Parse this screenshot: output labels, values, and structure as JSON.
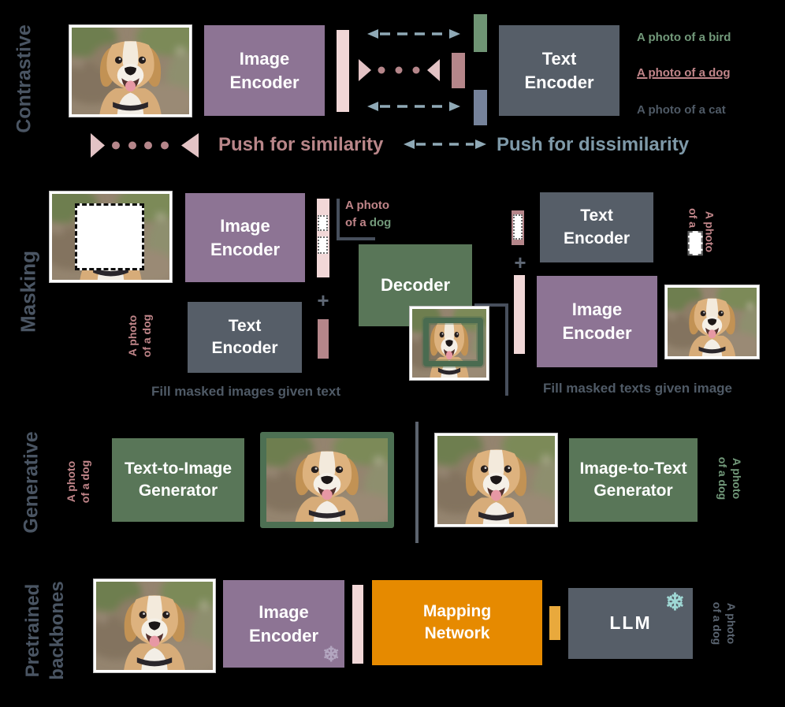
{
  "colors": {
    "background": "#000000",
    "section_label": "#4a5563",
    "purple_block": "#8d7494",
    "slate_block": "#565e68",
    "green_block": "#597658",
    "green_bar": "#6f9474",
    "bluegray_bar": "#75829a",
    "pink_light": "#f1d7d7",
    "pink_dark": "#b5868a",
    "rose_text": "#c08589",
    "green_text": "#72997a",
    "slate_text": "#4f5a66",
    "arrow_blue": "#8fa9b6",
    "triangle_pink": "#e3c3c5",
    "orange_block": "#e68a00",
    "amber_bar": "#e9a93c",
    "snowflake_cyan": "#9fd8d5",
    "snowflake_lavender": "#b3a6c0",
    "connector_gray": "#474f5c"
  },
  "icons": {
    "snowflake": "❄",
    "plus": "+"
  },
  "contrastive": {
    "label": "Contrastive",
    "image_encoder": "Image Encoder",
    "text_encoder": "Text Encoder",
    "caption_bird": "A photo of a bird",
    "caption_dog": "A photo of a dog",
    "caption_cat": "A photo of a cat",
    "legend_similarity": "Push for similarity",
    "legend_dissimilarity": "Push for dissimilarity"
  },
  "masking": {
    "label": "Masking",
    "image_encoder": "Image Encoder",
    "text_encoder_left": "Text Encoder",
    "decoder": "Decoder",
    "caption_left_line1": "A photo",
    "caption_left_line2": "of a dog",
    "caption_top_line1": "A photo",
    "caption_top_line2_prefix": "of a",
    "caption_top_line2_word": "dog",
    "fill_images": "Fill masked images given text",
    "text_encoder_right": "Text Encoder",
    "image_encoder_right": "Image Encoder",
    "caption_right_line1": "A photo",
    "caption_right_line2": "of a",
    "fill_texts": "Fill masked texts given image"
  },
  "generative": {
    "label": "Generative",
    "caption_left_line1": "A photo",
    "caption_left_line2": "of a dog",
    "text_to_image": "Text-to-Image Generator",
    "image_to_text": "Image-to-Text Generator",
    "caption_right_line1": "A photo",
    "caption_right_line2": "of a dog"
  },
  "pretrained": {
    "label_line1": "Pretrained",
    "label_line2": "backbones",
    "image_encoder": "Image Encoder",
    "mapping_network": "Mapping Network",
    "llm": "LLM",
    "caption_line1": "A photo",
    "caption_line2": "of a dog"
  }
}
